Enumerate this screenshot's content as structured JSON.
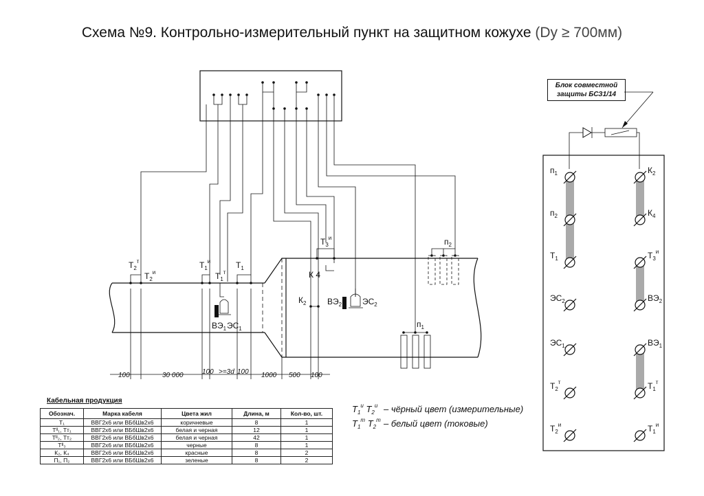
{
  "title": {
    "main": "Схема №9. Контрольно-измерительный пункт на защитном кожухе",
    "suffix": "(Dy ≥ 700мм)"
  },
  "bsz": {
    "title_line1": "Блок совместной",
    "title_line2": "защиты БСЗ1/14"
  },
  "pipe_labels": {
    "t2t": "Т",
    "t2t_sub": "2",
    "t2t_sup": "т",
    "t2i": "Т",
    "t2i_sub": "2",
    "t2i_sup": "и",
    "t1i": "Т",
    "t1i_sub": "1",
    "t1i_sup": "и",
    "t1t": "Т",
    "t1t_sub": "1",
    "t1t_sup": "т",
    "t1": "Т",
    "t1_sub": "1",
    "t3i": "Т",
    "t3i_sub": "3",
    "t3i_sup": "и",
    "k4": "К 4",
    "k2": "К",
    "k2_sub": "2",
    "vz2": "ВЭ",
    "vz2_sub": "2",
    "es2": "ЭС",
    "es2_sub": "2",
    "vz1": "ВЭ",
    "vz1_sub": "1",
    "es1": "ЭС",
    "es1_sub": "1",
    "p1": "п",
    "p1_sub": "1",
    "p2": "п",
    "p2_sub": "2"
  },
  "dimensions": [
    "100",
    "30 000",
    "100",
    ">=3d",
    "100",
    "1000",
    "500",
    "100"
  ],
  "legend": {
    "line1": "– чёрный цвет (измерительные)",
    "line2": "– белый цвет (токовые)"
  },
  "terminal_labels": {
    "left": [
      {
        "main": "п",
        "sub": "1",
        "sup": ""
      },
      {
        "main": "п",
        "sub": "2",
        "sup": ""
      },
      {
        "main": "Т",
        "sub": "1",
        "sup": ""
      },
      {
        "main": "ЭС",
        "sub": "2",
        "sup": ""
      },
      {
        "main": "ЭС",
        "sub": "1",
        "sup": ""
      },
      {
        "main": "Т",
        "sub": "2",
        "sup": "т"
      },
      {
        "main": "Т",
        "sub": "2",
        "sup": "и"
      }
    ],
    "right": [
      {
        "main": "К",
        "sub": "2",
        "sup": ""
      },
      {
        "main": "К",
        "sub": "4",
        "sup": ""
      },
      {
        "main": "Т",
        "sub": "3",
        "sup": "и"
      },
      {
        "main": "ВЭ",
        "sub": "2",
        "sup": ""
      },
      {
        "main": "ВЭ",
        "sub": "1",
        "sup": ""
      },
      {
        "main": "Т",
        "sub": "1",
        "sup": "т"
      },
      {
        "main": "Т",
        "sub": "1",
        "sup": "и"
      }
    ]
  },
  "cable_table": {
    "caption": "Кабельная продукция",
    "headers": [
      "Обознач.",
      "Марка кабеля",
      "Цвета жил",
      "Длина, м",
      "Кол-во, шт."
    ],
    "rows": [
      [
        "Т₁",
        "ВВГ2х6 или ВБбШв2х6",
        "коричневые",
        "8",
        "1"
      ],
      [
        "Тᴵᴵ₁, Тт₁",
        "ВВГ2х6 или ВБбШв2х6",
        "белая и черная",
        "12",
        "1"
      ],
      [
        "Тᴵᴵ₂, Тт₂",
        "ВВГ2х6 или ВБбШв2х6",
        "белая и черная",
        "42",
        "1"
      ],
      [
        "Тᴵᴵ₃",
        "ВВГ2х6 или ВБбШв2х6",
        "черные",
        "8",
        "1"
      ],
      [
        "К₂, К₄",
        "ВВГ2х6 или ВБбШв2х6",
        "красные",
        "8",
        "2"
      ],
      [
        "П₁, П₂",
        "ВВГ2х6 или ВБбШв2х6",
        "зеленые",
        "8",
        "2"
      ]
    ]
  }
}
